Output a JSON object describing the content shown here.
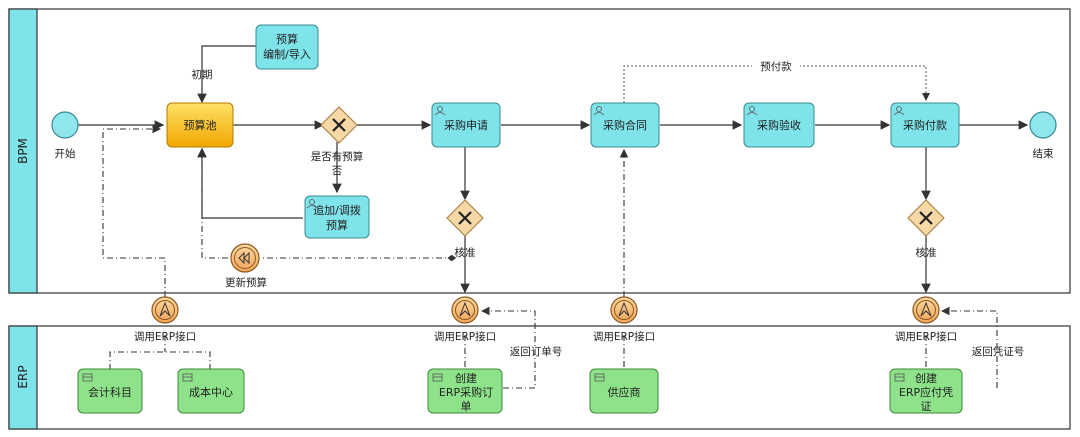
{
  "lanes": {
    "bpm": "BPM",
    "erp": "ERP"
  },
  "events": {
    "start": "开始",
    "end": "结束"
  },
  "tasks": {
    "budget_pool": "预算池",
    "budget_compile_1": "预算",
    "budget_compile_2": "编制/导入",
    "purchase_request": "采购申请",
    "purchase_contract": "采购合同",
    "purchase_acceptance": "采购验收",
    "purchase_payment": "采购付款",
    "add_adjust_1": "追加/调拨",
    "add_adjust_2": "预算",
    "accounting_subject": "会计科目",
    "cost_center": "成本中心",
    "create_po_1": "创建",
    "create_po_2": "ERP采购订",
    "create_po_3": "单",
    "supplier": "供应商",
    "create_voucher_1": "创建",
    "create_voucher_2": "ERP应付凭",
    "create_voucher_3": "证"
  },
  "labels": {
    "initial": "初期",
    "has_budget": "是否有预算",
    "no": "否",
    "approve_1": "核准",
    "approve_2": "核准",
    "update_budget": "更新预算",
    "prepayment": "预付款",
    "call_erp_1": "调用ERP接口",
    "call_erp_2": "调用ERP接口",
    "call_erp_3": "调用ERP接口",
    "call_erp_4": "调用ERP接口",
    "return_po_no": "返回订单号",
    "return_voucher_no": "返回凭证号"
  },
  "icons": {
    "gateway": "exclusive-gateway-x-icon",
    "user_task": "user-task-icon",
    "table": "table-icon",
    "escalation": "escalation-intermediate-event-icon",
    "rewind": "rewind-event-icon"
  },
  "colors": {
    "task_blue": "#7fe3ea",
    "task_green": "#8ee38a",
    "task_orange": "#f5b400",
    "gateway": "#f6d7a6",
    "event": "#8fe6ec"
  }
}
